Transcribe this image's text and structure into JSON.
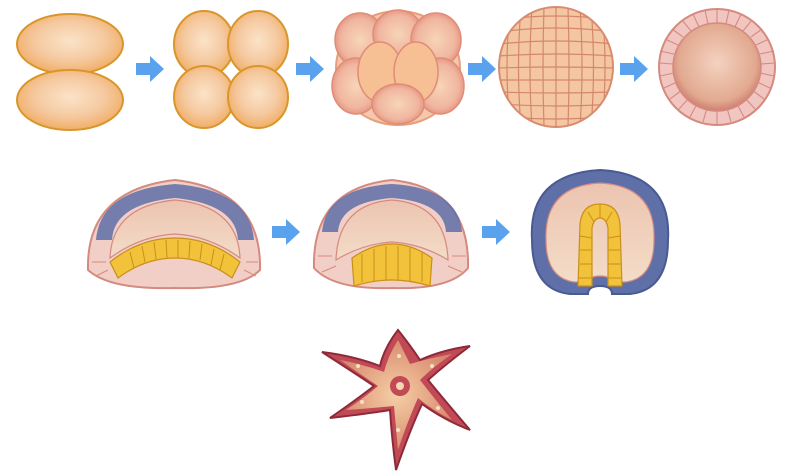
{
  "diagram": {
    "description_visible_text": "",
    "stages": [
      {
        "id": "two-cell"
      },
      {
        "id": "four-cell"
      },
      {
        "id": "eight-cell"
      },
      {
        "id": "morula"
      },
      {
        "id": "blastula"
      },
      {
        "id": "early-gastrula"
      },
      {
        "id": "mid-gastrula"
      },
      {
        "id": "late-gastrula"
      },
      {
        "id": "adult-starfish"
      }
    ],
    "arrows": [
      {
        "from": "two-cell",
        "to": "four-cell"
      },
      {
        "from": "four-cell",
        "to": "eight-cell"
      },
      {
        "from": "eight-cell",
        "to": "morula"
      },
      {
        "from": "morula",
        "to": "blastula"
      },
      {
        "from": "early-gastrula",
        "to": "mid-gastrula"
      },
      {
        "from": "mid-gastrula",
        "to": "late-gastrula"
      }
    ],
    "colors": {
      "arrow": "#5aa2ee",
      "cell_fill": "#f7c98a",
      "cell_outline": "#d9962a",
      "ectoderm": "#5f6fa8",
      "endoderm": "#f2c23a",
      "blastula_wall": "#f1c6c0",
      "starfish": "#c24a57"
    }
  }
}
